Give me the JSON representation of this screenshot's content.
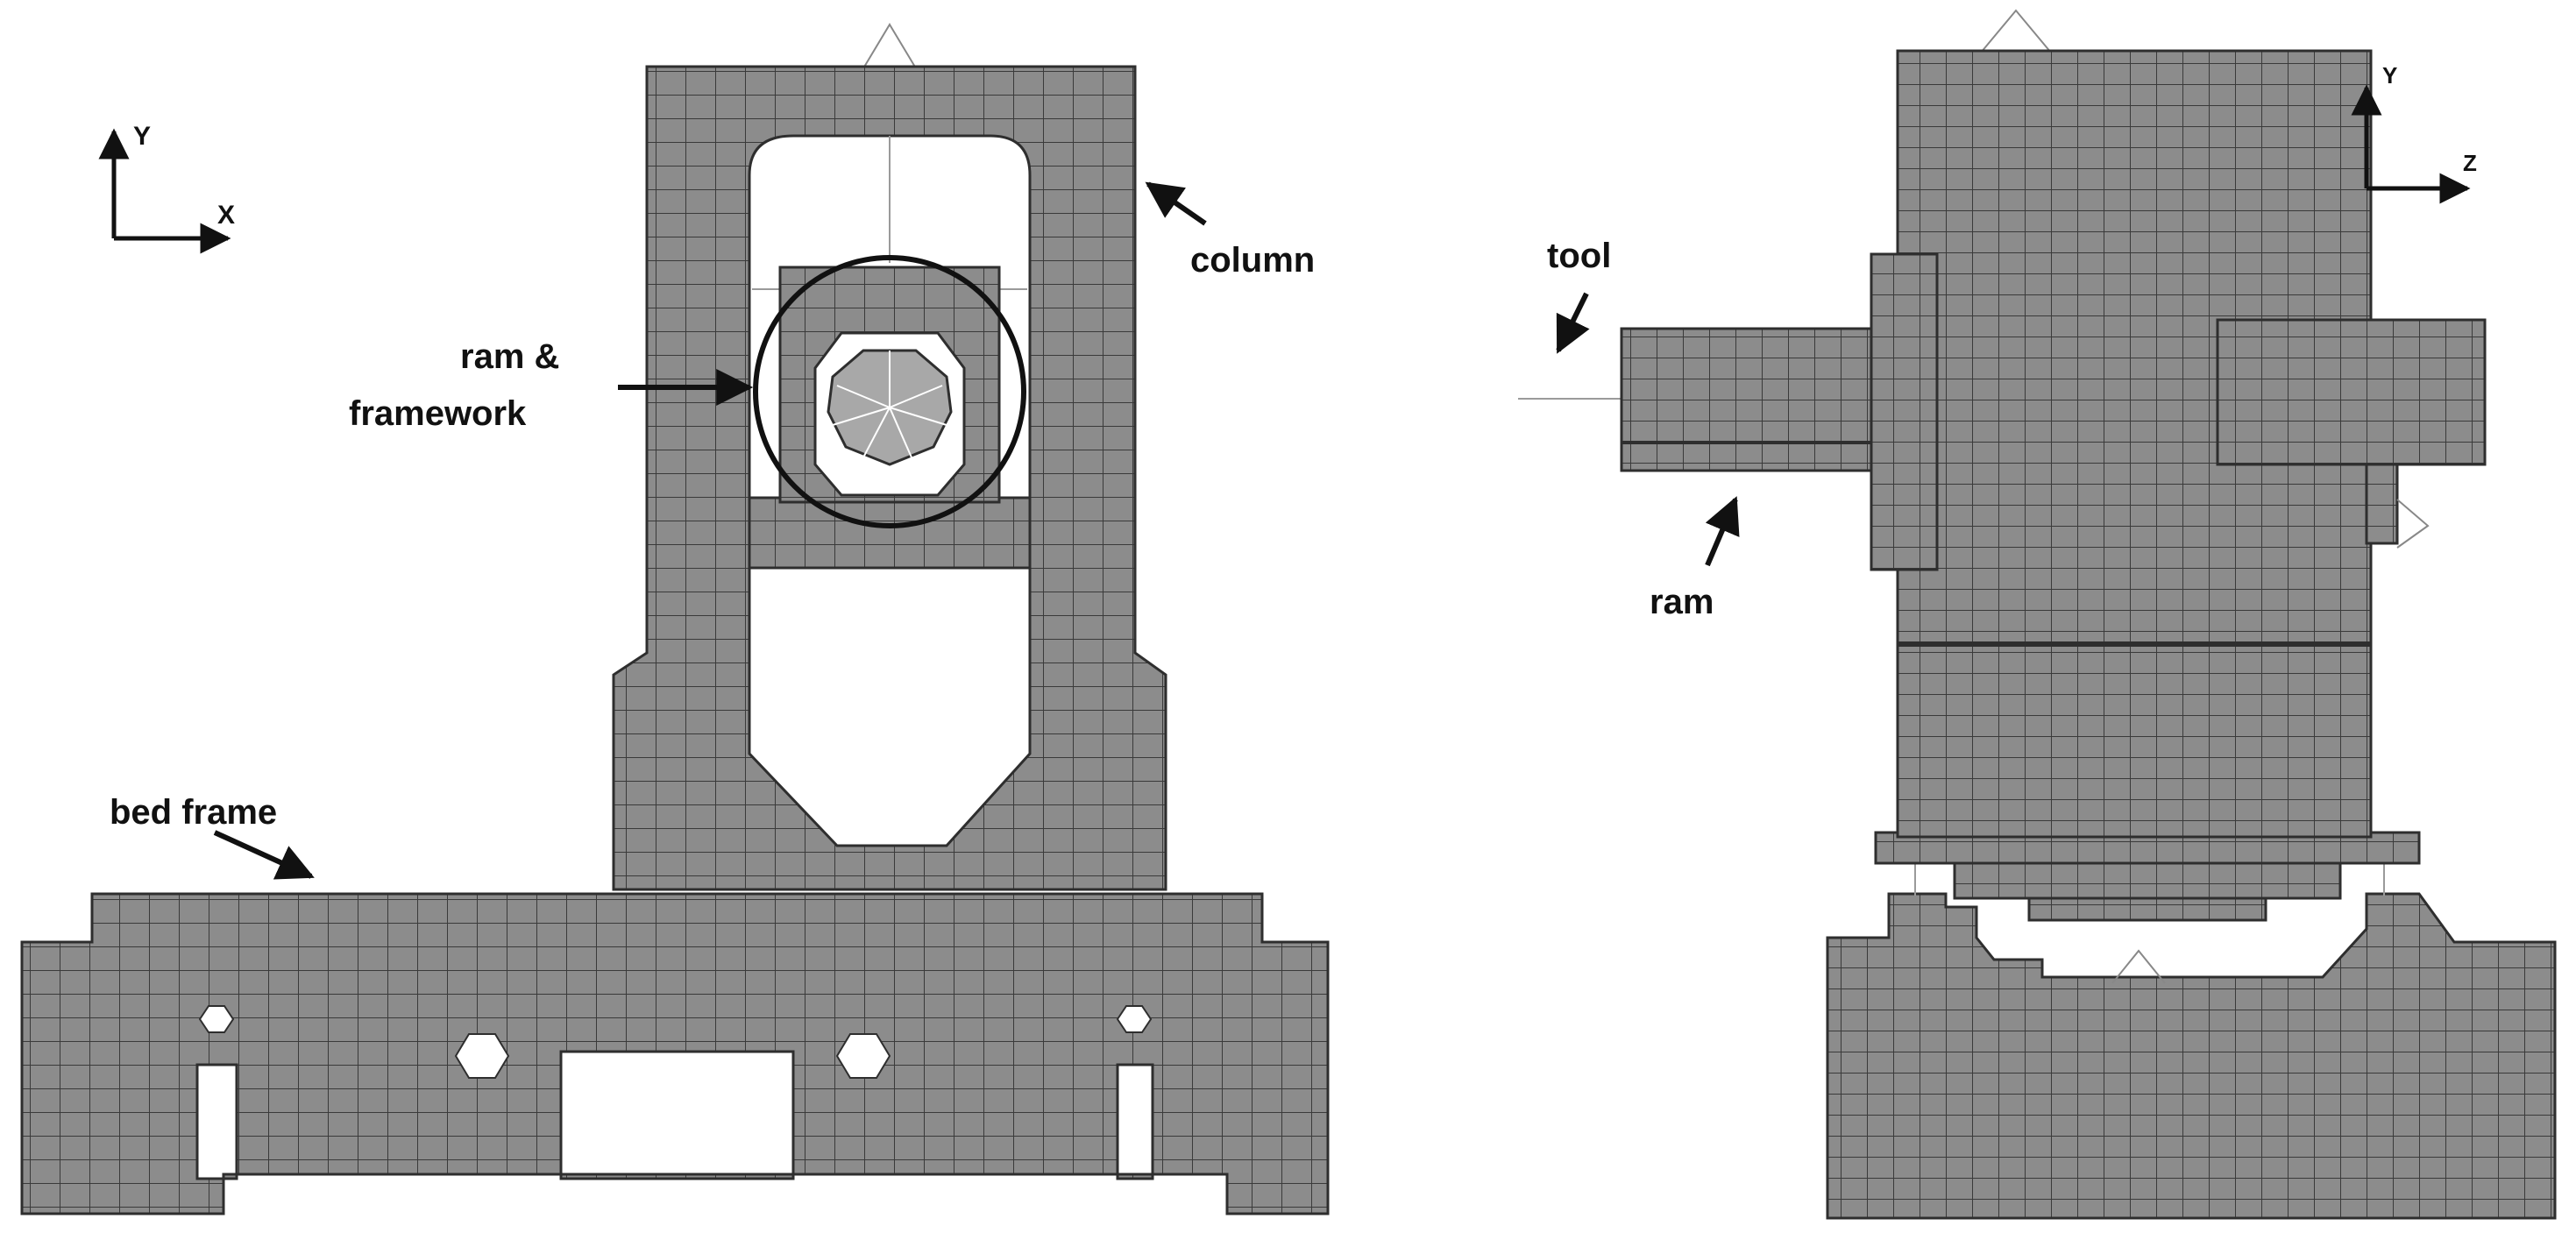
{
  "left_view": {
    "axis_vertical": "Y",
    "axis_horizontal": "X",
    "labels": {
      "column": "column",
      "ram_framework_line1": "ram &",
      "ram_framework_line2": "framework",
      "bed_frame": "bed frame"
    }
  },
  "right_view": {
    "axis_vertical": "Y",
    "axis_horizontal": "Z",
    "labels": {
      "tool": "tool",
      "ram": "ram"
    }
  },
  "colors": {
    "mesh_fill": "#8c8c8c",
    "mesh_line": "#3a3a3a",
    "background": "#ffffff",
    "annotation": "#111111"
  }
}
